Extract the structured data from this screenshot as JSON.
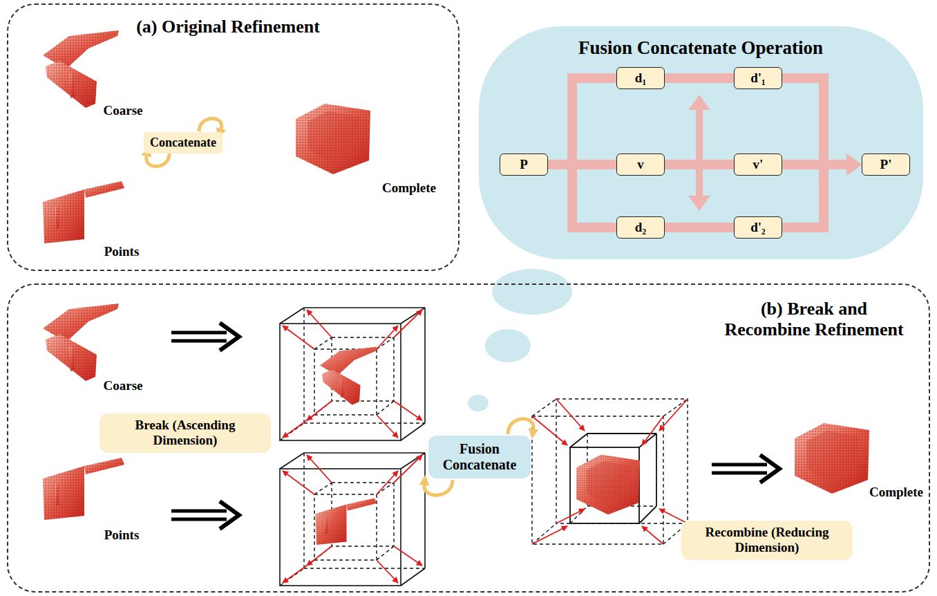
{
  "diagram": {
    "nodes": [
      {
        "text": [
          "(a) Original Refinement"
        ]
      },
      {
        "text": [
          "Concatenate"
        ],
        "in": 0
      },
      {
        "text": [
          "Fusion Concatenate Operation"
        ]
      },
      {
        "text": [
          "P"
        ],
        "in": 2
      },
      {
        "text": [
          "d₁"
        ],
        "in": 2
      },
      {
        "text": [
          "v"
        ],
        "in": 2
      },
      {
        "text": [
          "d₂"
        ],
        "in": 2
      },
      {
        "text": [
          "d'₁"
        ],
        "in": 2
      },
      {
        "text": [
          "v'"
        ],
        "in": 2
      },
      {
        "text": [
          "d'₂"
        ],
        "in": 2
      },
      {
        "text": [
          "P'"
        ],
        "in": 2
      },
      {
        "text": [
          "(b) Break and Recombine Refinement"
        ]
      },
      {
        "text": [
          "Break (Ascending Dimension)"
        ],
        "in": 11
      },
      {
        "text": [
          "Fusion Concatenate"
        ],
        "in": 11
      },
      {
        "text": [
          "Recombine (Reducing Dimension)"
        ],
        "in": 11
      }
    ],
    "edges": [
      {
        "from": 3,
        "to": 4,
        "arrow": "none"
      },
      {
        "from": 3,
        "to": 5,
        "arrow": "none"
      },
      {
        "from": 3,
        "to": 6,
        "arrow": "none"
      },
      {
        "from": 4,
        "to": 7,
        "arrow": "none"
      },
      {
        "from": 5,
        "to": 8,
        "arrow": "none"
      },
      {
        "from": 6,
        "to": 9,
        "arrow": "none"
      },
      {
        "from": 7,
        "to": 10,
        "arrow": "to"
      },
      {
        "from": 8,
        "to": 10,
        "arrow": "to"
      },
      {
        "from": 9,
        "to": 10,
        "arrow": "to"
      }
    ],
    "labels": [
      "Coarse",
      "Points",
      "Complete",
      "Coarse",
      "Points",
      "Complete"
    ]
  }
}
